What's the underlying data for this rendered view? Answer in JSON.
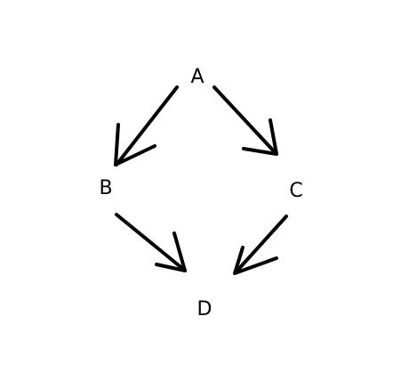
{
  "diagram": {
    "nodes": [
      {
        "id": "A",
        "label": "A"
      },
      {
        "id": "B",
        "label": "B"
      },
      {
        "id": "C",
        "label": "C"
      },
      {
        "id": "D",
        "label": "D"
      }
    ],
    "edges": [
      {
        "from": "A",
        "to": "B"
      },
      {
        "from": "A",
        "to": "C"
      },
      {
        "from": "B",
        "to": "D"
      },
      {
        "from": "C",
        "to": "D"
      }
    ],
    "colors": {
      "background": "#ffffff",
      "ink": "#000000"
    }
  }
}
